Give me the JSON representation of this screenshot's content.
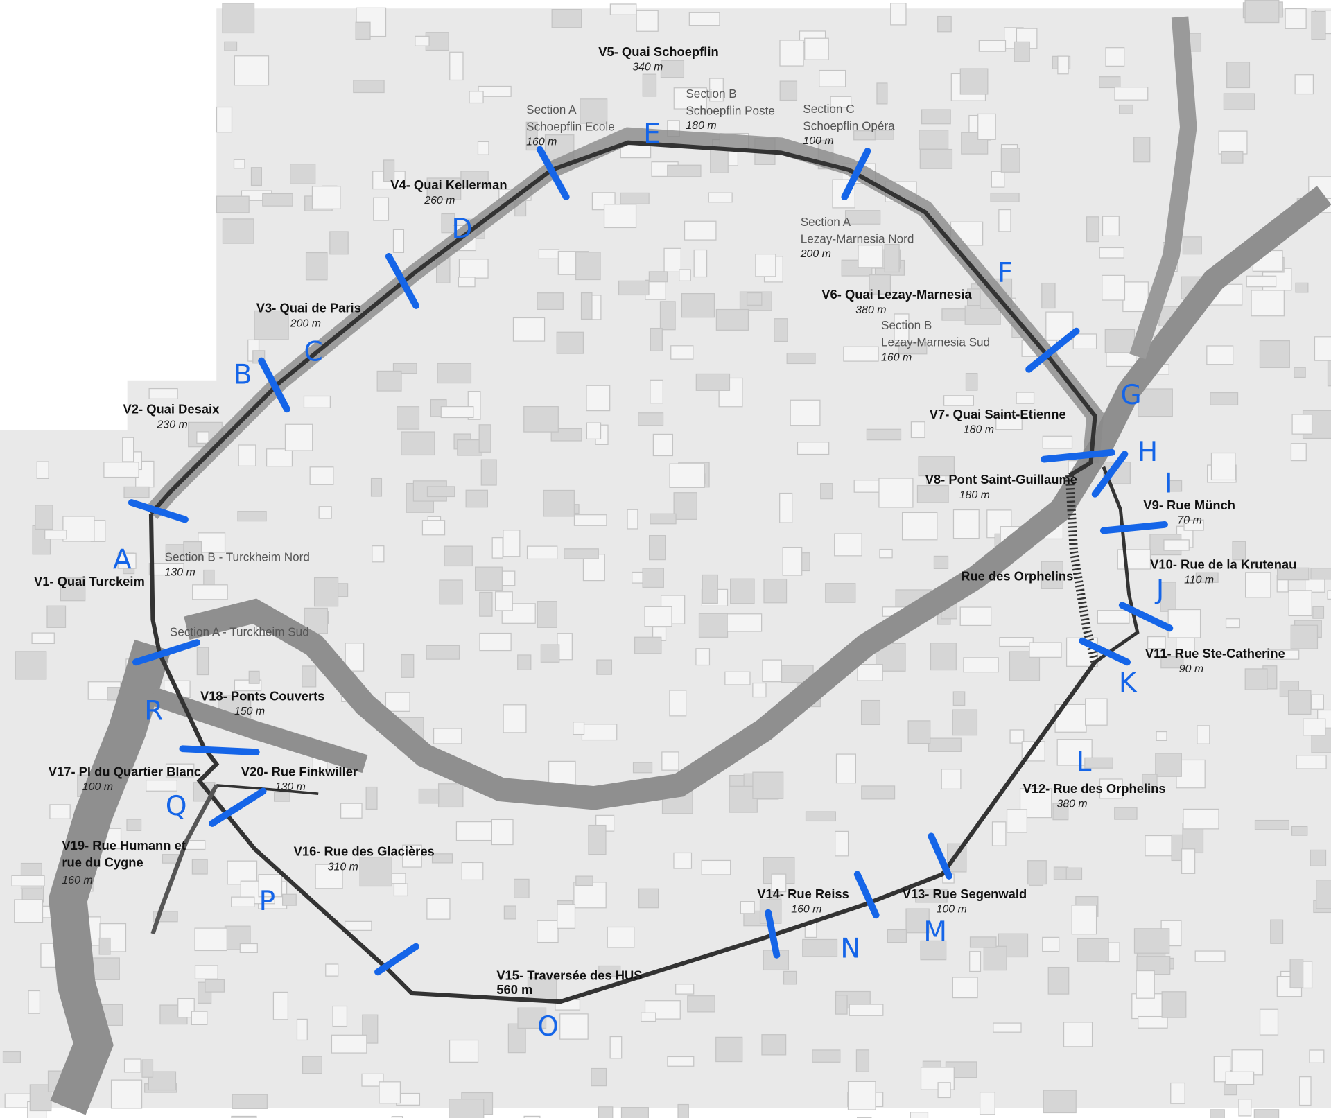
{
  "map": {
    "colors": {
      "background": "#e9e9e9",
      "blocks": "#d2d2d2",
      "water": "#8f8f8f",
      "route": "#333333",
      "quay": "#7a7a7a",
      "marker": "#1565e8"
    },
    "streets": [
      {
        "name": "V1- Quai Turckeim",
        "length": ""
      },
      {
        "name": "V2- Quai Desaix",
        "length": "230 m"
      },
      {
        "name": "V3- Quai de Paris",
        "length": "200 m"
      },
      {
        "name": "V4- Quai Kellerman",
        "length": "260 m"
      },
      {
        "name": "V5- Quai Schoepflin",
        "length": "340 m"
      },
      {
        "name": "V6- Quai Lezay-Marnesia",
        "length": "380 m"
      },
      {
        "name": "V7- Quai Saint-Etienne",
        "length": "180 m"
      },
      {
        "name": "V8- Pont Saint-Guillaume",
        "length": "180 m"
      },
      {
        "name": "V9- Rue Münch",
        "length": "70 m"
      },
      {
        "name": "V10- Rue de la Krutenau",
        "length": "110 m"
      },
      {
        "name": "V11- Rue Ste-Catherine",
        "length": "90 m"
      },
      {
        "name": "V12- Rue des Orphelins",
        "length": "380 m"
      },
      {
        "name": "V13- Rue Segenwald",
        "length": "100 m"
      },
      {
        "name": "V14- Rue Reiss",
        "length": "160 m"
      },
      {
        "name": "V15- Traversée des HUS",
        "length": "560 m"
      },
      {
        "name": "V16- Rue des Glacières",
        "length": "310 m"
      },
      {
        "name": "V17- Pl du Quartier Blanc",
        "length": "100 m"
      },
      {
        "name": "V18- Ponts Couverts",
        "length": "150 m"
      },
      {
        "name": "V19- Rue Humann et rue du Cygne",
        "length": "160 m"
      },
      {
        "name": "V20- Rue Finkwiller",
        "length": "130 m"
      },
      {
        "name": "Rue des Orphelins",
        "length": ""
      }
    ],
    "sections": [
      {
        "name": "Section A",
        "sub": "Schoepflin Ecole",
        "length": "160 m"
      },
      {
        "name": "Section B",
        "sub": "Schoepflin Poste",
        "length": "180 m"
      },
      {
        "name": "Section C",
        "sub": "Schoepflin Opéra",
        "length": "100 m"
      },
      {
        "name": "Section A",
        "sub": "Lezay-Marnesia Nord",
        "length": "200 m"
      },
      {
        "name": "Section B",
        "sub": "Lezay-Marnesia Sud",
        "length": "160 m"
      },
      {
        "name": "Section B - Turckheim Nord",
        "sub": "",
        "length": "130 m"
      },
      {
        "name": "Section A - Turckheim Sud",
        "sub": "",
        "length": ""
      }
    ],
    "letters": [
      "A",
      "B",
      "C",
      "D",
      "E",
      "F",
      "G",
      "H",
      "I",
      "J",
      "K",
      "L",
      "M",
      "N",
      "O",
      "P",
      "Q",
      "R"
    ]
  }
}
